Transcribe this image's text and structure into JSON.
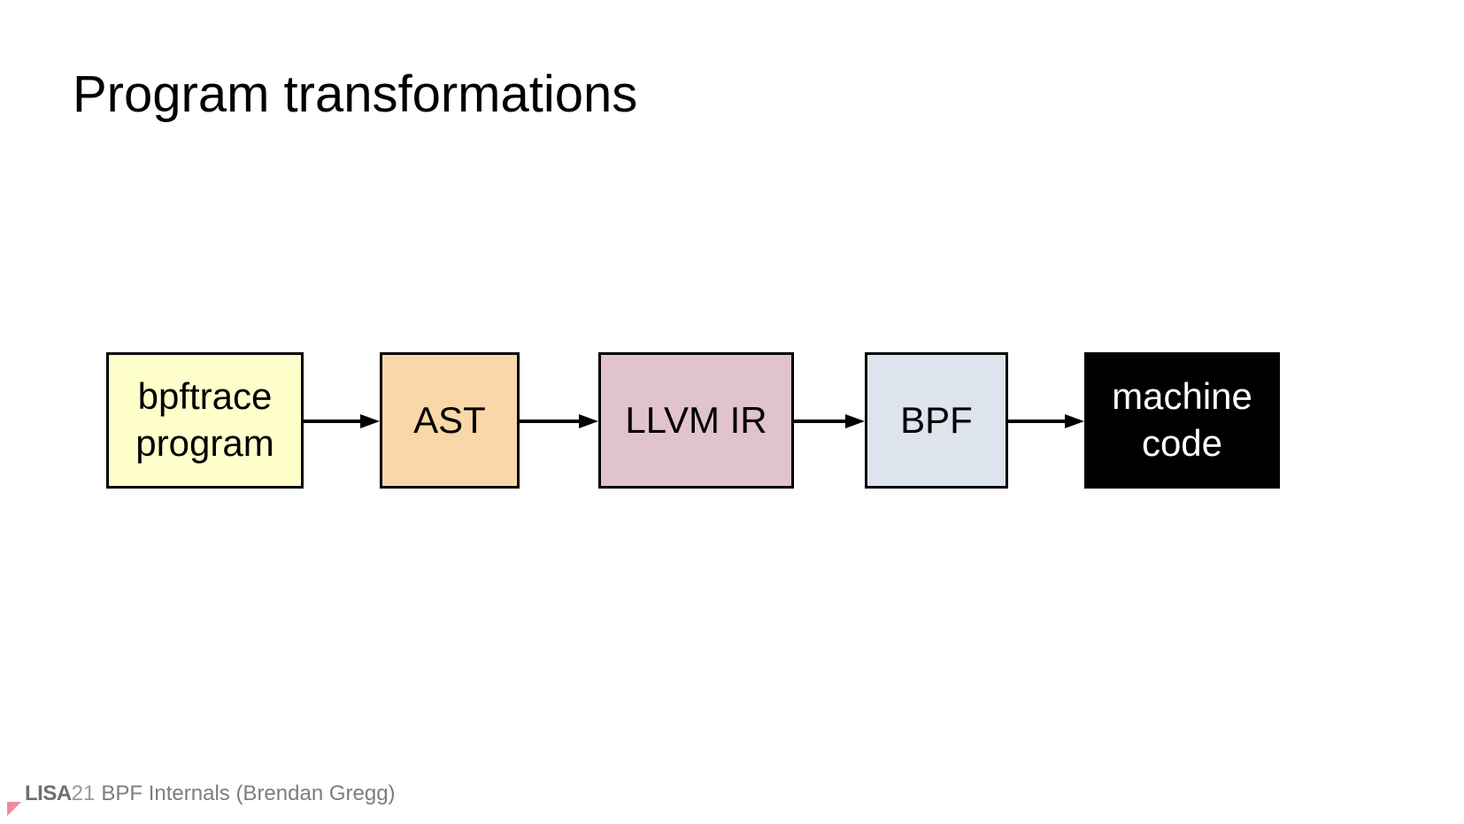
{
  "slide": {
    "title": "Program transformations",
    "background": "#ffffff"
  },
  "diagram": {
    "type": "flow-pipeline",
    "direction": "left-to-right",
    "nodes": [
      {
        "id": "bpftrace-program",
        "label": "bpftrace\nprogram",
        "fill": "#ffffcc",
        "border": "#000000",
        "text_color": "#000000"
      },
      {
        "id": "ast",
        "label": "AST",
        "fill": "#fad7a8",
        "border": "#000000",
        "text_color": "#000000"
      },
      {
        "id": "llvm-ir",
        "label": "LLVM IR",
        "fill": "#e0c3ce",
        "border": "#000000",
        "text_color": "#000000"
      },
      {
        "id": "bpf",
        "label": "BPF",
        "fill": "#dde4ee",
        "border": "#000000",
        "text_color": "#000000"
      },
      {
        "id": "machine-code",
        "label": "machine\ncode",
        "fill": "#000000",
        "border": "#000000",
        "text_color": "#ffffff"
      }
    ],
    "arrows": [
      {
        "from": "bpftrace-program",
        "to": "ast"
      },
      {
        "from": "ast",
        "to": "llvm-ir"
      },
      {
        "from": "llvm-ir",
        "to": "bpf"
      },
      {
        "from": "bpf",
        "to": "machine-code"
      }
    ]
  },
  "footer": {
    "brand": "LISA",
    "brand_year": "21",
    "talk_title": "BPF Internals (Brendan Gregg)",
    "mark_color": "#f2889e",
    "text_color": "#7d7d7d"
  }
}
